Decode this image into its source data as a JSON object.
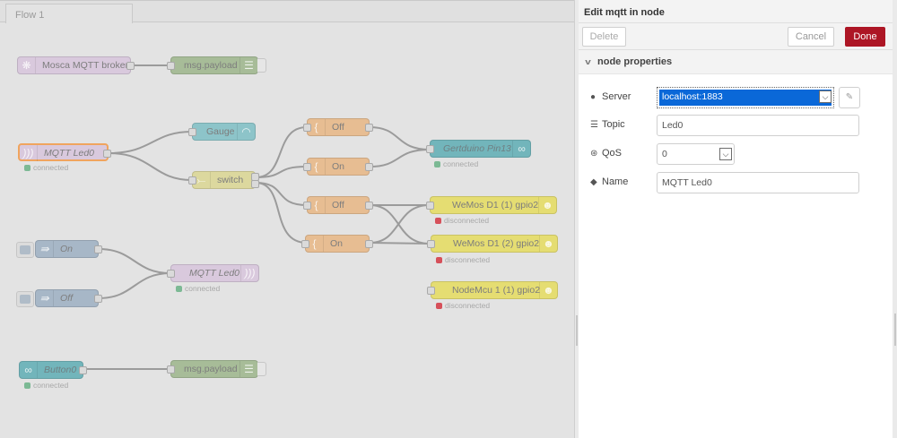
{
  "workspace": {
    "tab_label": "Flow 1",
    "nodes": {
      "mosca": {
        "label": "Mosca MQTT broker",
        "icon": "mosca-icon"
      },
      "debug1": {
        "label": "msg.payload",
        "icon": "debug-list-icon"
      },
      "mqtt_in": {
        "label": "MQTT Led0",
        "icon": "mqtt-wave-icon",
        "status": "connected"
      },
      "gauge": {
        "label": "Gauge",
        "icon": "gauge-icon"
      },
      "switch": {
        "label": "switch",
        "icon": "switch-icon"
      },
      "tmpl_off1": {
        "label": "Off",
        "icon": "template-brace-icon"
      },
      "tmpl_on1": {
        "label": "On",
        "icon": "template-brace-icon"
      },
      "tmpl_off2": {
        "label": "Off",
        "icon": "template-brace-icon"
      },
      "tmpl_on2": {
        "label": "On",
        "icon": "template-brace-icon"
      },
      "gertduino": {
        "label": "Gertduino Pin13",
        "icon": "arduino-infinity-icon",
        "status": "connected"
      },
      "wemos1": {
        "label": "WeMos D1 (1) gpio2",
        "icon": "robot-icon",
        "status": "disconnected"
      },
      "wemos2": {
        "label": "WeMos D1 (2) gpio2",
        "icon": "robot-icon",
        "status": "disconnected"
      },
      "nodemcu": {
        "label": "NodeMcu 1 (1) gpio2",
        "icon": "robot-icon",
        "status": "disconnected"
      },
      "inject_on": {
        "label": "On",
        "icon": "inject-arrow-icon"
      },
      "inject_off": {
        "label": "Off",
        "icon": "inject-arrow-icon"
      },
      "mqtt_out": {
        "label": "MQTT Led0",
        "icon": "mqtt-wave-icon",
        "status": "connected"
      },
      "button0": {
        "label": "Button0",
        "icon": "arduino-infinity-icon",
        "status": "connected"
      },
      "debug2": {
        "label": "msg.payload",
        "icon": "debug-list-icon"
      }
    }
  },
  "colors": {
    "mqtt": "#d8c8dc",
    "debug": "#a6bb96",
    "gauge": "#8cc3c8",
    "switch": "#dcd89c",
    "template": "#e6bc90",
    "arduino": "#70b4ba",
    "robot": "#e4dc70",
    "inject": "#a6b6c6",
    "status_ok": "#7cb994",
    "status_err": "#d6505a",
    "done_button": "#ad1625",
    "selected_outline": "#f0a45e",
    "select_highlight": "#0a68d8"
  },
  "editor": {
    "title": "Edit mqtt in node",
    "delete_label": "Delete",
    "cancel_label": "Cancel",
    "done_label": "Done",
    "section_label": "node properties",
    "fields": {
      "server": {
        "label": "Server",
        "value": "localhost:1883",
        "icon": "globe-icon"
      },
      "topic": {
        "label": "Topic",
        "value": "Led0",
        "icon": "tasks-icon"
      },
      "qos": {
        "label": "QoS",
        "value": "0",
        "icon": "empire-icon"
      },
      "name": {
        "label": "Name",
        "value": "MQTT Led0",
        "icon": "tag-icon"
      }
    }
  }
}
